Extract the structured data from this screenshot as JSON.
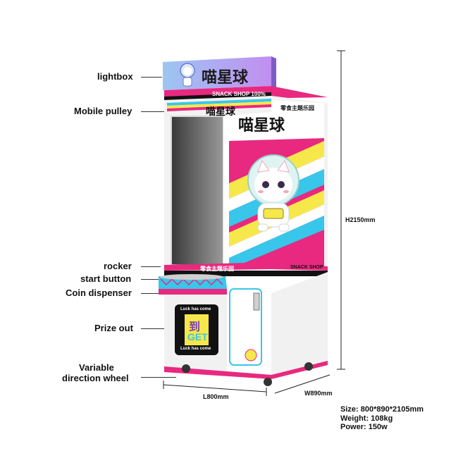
{
  "callouts": {
    "lightbox": "lightbox",
    "mobile_pulley": "Mobile pulley",
    "rocker": "rocker",
    "start_button": "start button",
    "coin_dispenser": "Coin dispenser",
    "prize_out": "Prize out",
    "wheel_line1": "Variable",
    "wheel_line2": "direction wheel"
  },
  "dimensions": {
    "height": "H2150mm",
    "length": "L800mm",
    "width": "W890mm"
  },
  "specs": {
    "size": "Size:  800*890*2105mm",
    "weight": "Weight:    108kg",
    "power": "Power:   150w"
  },
  "machine": {
    "brand_cn": "喵星球",
    "snack_shop_100": "SNACK SHOP 100%",
    "snack_shop": "SNACK SHOP",
    "theme_cn": "零食主题乐园",
    "luck_top": "Luck has come",
    "luck_bottom": "Luck has come",
    "get_text": "GET",
    "get_cn": "到"
  },
  "colors": {
    "pink": "#e8297f",
    "cyan": "#38c6ea",
    "yellow": "#f6e84a",
    "lightbox_purple": "#b79cf0",
    "lightbox_blue": "#9cc6f2"
  }
}
